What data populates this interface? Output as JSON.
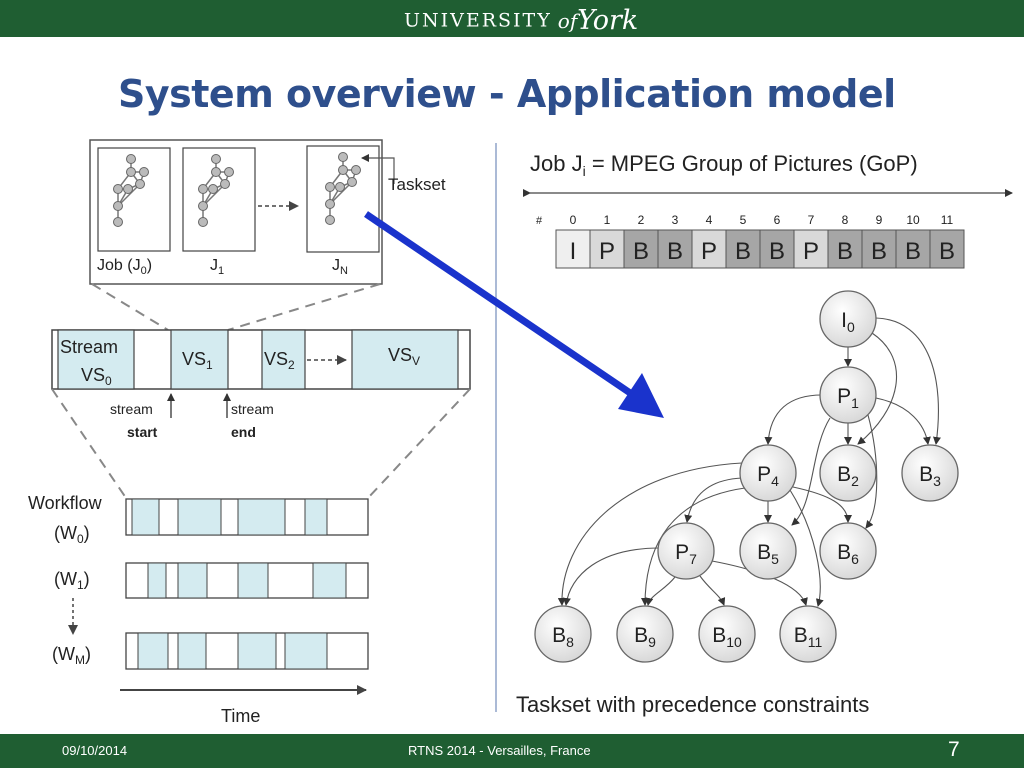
{
  "header": {
    "logo_university": "UNIVERSITY",
    "logo_of": "of",
    "logo_york": "York"
  },
  "title": "System overview - Application model",
  "left": {
    "jobs": [
      "Job (J",
      "0",
      ")",
      "J",
      "1",
      "J",
      "N"
    ],
    "taskset_label": "Taskset",
    "stream": {
      "stream_line1": "Stream",
      "vs0": [
        "VS",
        "0"
      ],
      "vs1": [
        "VS",
        "1"
      ],
      "vs2": [
        "VS",
        "2"
      ],
      "vsv": [
        "VS",
        "V"
      ],
      "start_top": "stream",
      "start_bottom": "start",
      "end_top": "stream",
      "end_bottom": "end"
    },
    "workflow_label": "Workflow",
    "workflows": [
      {
        "label": "(W",
        "sub": "0",
        "close": ")"
      },
      {
        "label": "(W",
        "sub": "1",
        "close": ")"
      },
      {
        "label": "(W",
        "sub": "M",
        "close": ")"
      }
    ],
    "time_label": "Time"
  },
  "right": {
    "job_title_pre": "Job J",
    "job_title_sub": "i",
    "job_title_post": " = MPEG Group of Pictures (GoP)",
    "hash": "#",
    "frame_indices": [
      "0",
      "1",
      "2",
      "3",
      "4",
      "5",
      "6",
      "7",
      "8",
      "9",
      "10",
      "11"
    ],
    "frames": [
      "I",
      "P",
      "B",
      "B",
      "P",
      "B",
      "B",
      "P",
      "B",
      "B",
      "B",
      "B"
    ],
    "nodes": [
      {
        "id": "I0",
        "letter": "I",
        "sub": "0"
      },
      {
        "id": "P1",
        "letter": "P",
        "sub": "1"
      },
      {
        "id": "P4",
        "letter": "P",
        "sub": "4"
      },
      {
        "id": "B2",
        "letter": "B",
        "sub": "2"
      },
      {
        "id": "B3",
        "letter": "B",
        "sub": "3"
      },
      {
        "id": "P7",
        "letter": "P",
        "sub": "7"
      },
      {
        "id": "B5",
        "letter": "B",
        "sub": "5"
      },
      {
        "id": "B6",
        "letter": "B",
        "sub": "6"
      },
      {
        "id": "B8",
        "letter": "B",
        "sub": "8"
      },
      {
        "id": "B9",
        "letter": "B",
        "sub": "9"
      },
      {
        "id": "B10",
        "letter": "B",
        "sub": "10"
      },
      {
        "id": "B11",
        "letter": "B",
        "sub": "11"
      }
    ],
    "caption": "Taskset with precedence constraints"
  },
  "footer": {
    "date": "09/10/2014",
    "conference": "RTNS 2014 - Versailles, France",
    "page": "7"
  },
  "colors": {
    "header_green": "#1f5e32",
    "title_blue": "#2e4f8c",
    "arrow_blue": "#1a33cc",
    "vs_fill": "#d4ebf0",
    "frame_i": "#efefef",
    "frame_p": "#d9d9d9",
    "frame_b": "#a6a6a6"
  }
}
